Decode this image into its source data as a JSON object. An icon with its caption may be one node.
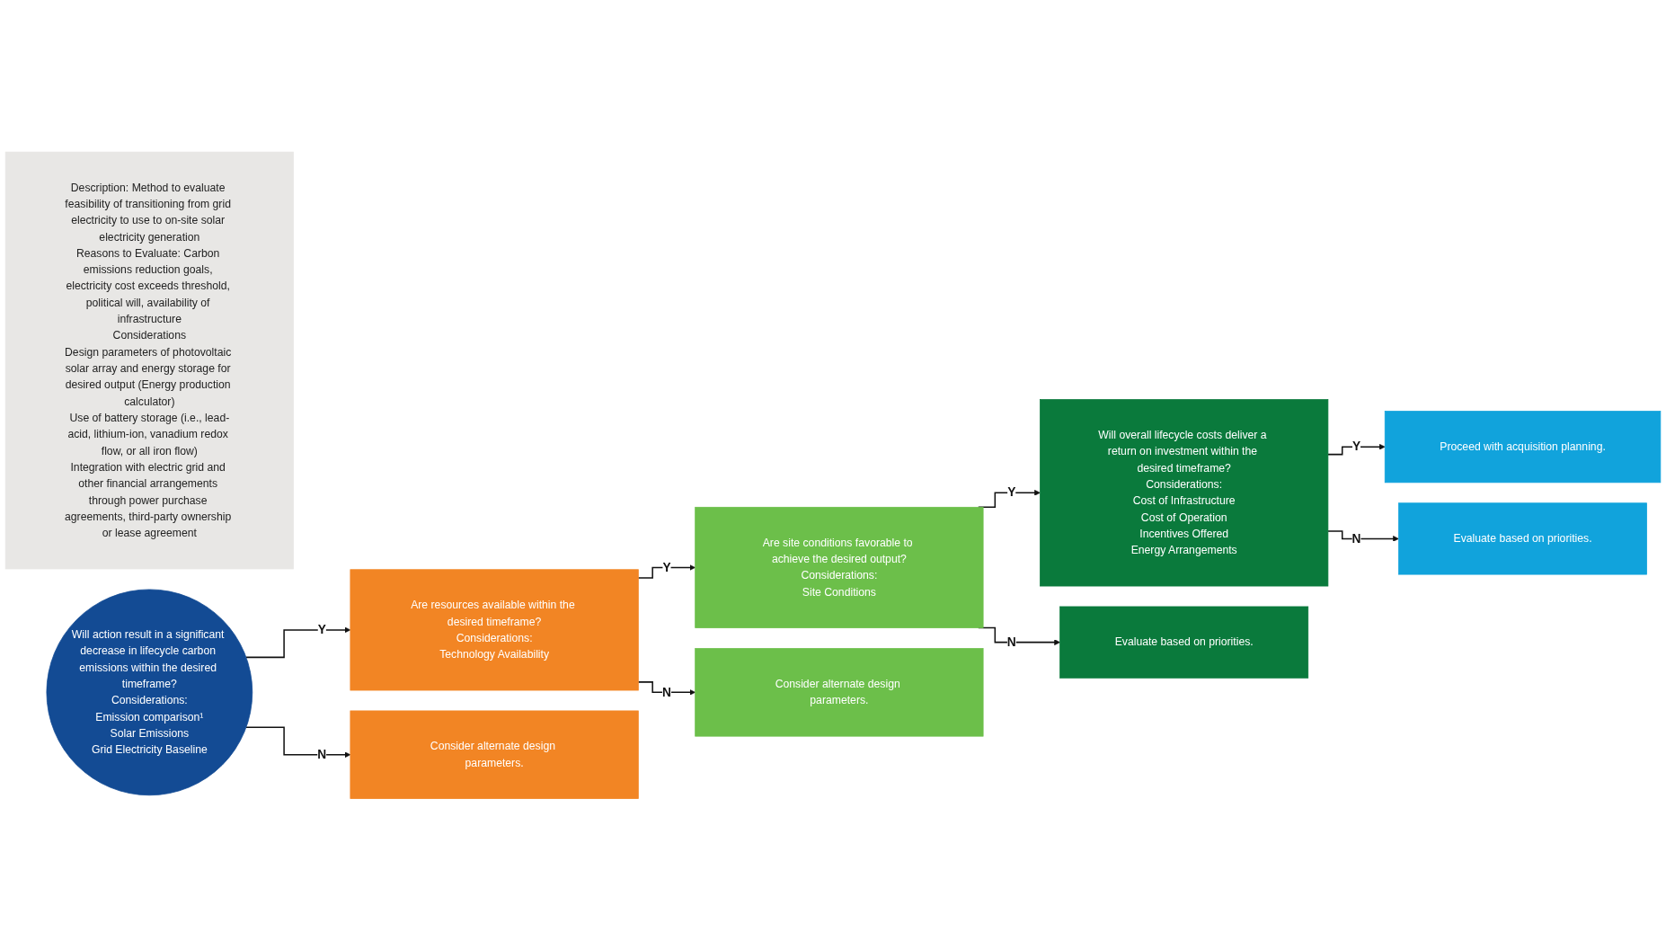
{
  "diagram": {
    "nodes": [
      {
        "text": [
          "Description: Method to evaluate feasibility of transitioning from grid electricity to use to on-site solar electricity generation",
          "Reasons to Evaluate: Carbon emissions reduction goals, electricity cost exceeds threshold, political will, availability of infrastructure",
          "Considerations",
          "Design parameters of photovoltaic solar array and energy storage for desired output (Energy production calculator)",
          "Use of battery storage (i.e., lead-acid, lithium-ion, vanadium redox flow, or all iron flow)",
          "Integration with electric grid and other financial arrangements through power purchase agreements, third-party ownership or lease agreement"
        ]
      },
      {
        "text": [
          "Will action result in a significant decrease in lifecycle carbon emissions within the desired timeframe?",
          "Considerations:",
          "Emission comparison¹",
          "Solar Emissions",
          "Grid Electricity Baseline"
        ]
      },
      {
        "text": [
          "Are resources available within the desired timeframe?",
          "Considerations:",
          "Technology Availability"
        ]
      },
      {
        "text": [
          "Consider alternate design parameters."
        ]
      },
      {
        "text": [
          "Are site conditions favorable to achieve the desired output?",
          "Considerations:",
          "Site Conditions"
        ]
      },
      {
        "text": [
          "Consider alternate design parameters."
        ]
      },
      {
        "text": [
          "Will overall lifecycle costs deliver a return on investment within the desired timeframe?",
          "Considerations:",
          "Cost of Infrastructure",
          "Cost of Operation",
          "Incentives Offered",
          "Energy Arrangements"
        ]
      },
      {
        "text": [
          "Evaluate based on priorities."
        ]
      },
      {
        "text": [
          "Proceed with acquisition planning."
        ]
      },
      {
        "text": [
          "Evaluate based on priorities."
        ]
      }
    ],
    "edges": [
      {
        "from": 1,
        "to": 2,
        "arrow": "to",
        "label": "Y"
      },
      {
        "from": 1,
        "to": 3,
        "arrow": "to",
        "label": "N"
      },
      {
        "from": 2,
        "to": 4,
        "arrow": "to",
        "label": "Y"
      },
      {
        "from": 2,
        "to": 5,
        "arrow": "to",
        "label": "N"
      },
      {
        "from": 4,
        "to": 6,
        "arrow": "to",
        "label": "Y"
      },
      {
        "from": 4,
        "to": 7,
        "arrow": "to",
        "label": "N"
      },
      {
        "from": 6,
        "to": 8,
        "arrow": "to",
        "label": "Y"
      },
      {
        "from": 6,
        "to": 9,
        "arrow": "to",
        "label": "N"
      }
    ]
  }
}
